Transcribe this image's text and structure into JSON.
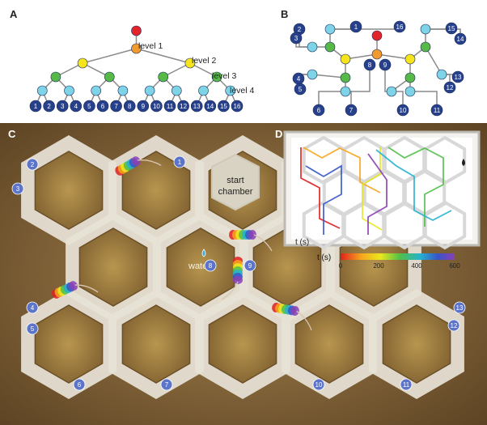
{
  "panelA": {
    "label": "A",
    "levels": [
      "level 1",
      "level 2",
      "level 3",
      "level 4"
    ],
    "leaves": [
      "1",
      "2",
      "3",
      "4",
      "5",
      "6",
      "7",
      "8",
      "9",
      "10",
      "11",
      "12",
      "13",
      "14",
      "15",
      "16"
    ]
  },
  "panelB": {
    "label": "B",
    "nodes": [
      "1",
      "2",
      "3",
      "4",
      "5",
      "6",
      "7",
      "8",
      "9",
      "10",
      "11",
      "12",
      "13",
      "14",
      "15",
      "16"
    ]
  },
  "panelC": {
    "label": "C",
    "start_chamber_line1": "start",
    "start_chamber_line2": "chamber",
    "water_label": "water",
    "end_nodes": [
      "1",
      "2",
      "3",
      "4",
      "5",
      "6",
      "7",
      "8",
      "9",
      "10",
      "11",
      "12",
      "13"
    ]
  },
  "panelD": {
    "label": "D",
    "axis_label": "t (s)",
    "colorbar_label": "t (s)",
    "colorbar_ticks": [
      "0",
      "200",
      "400",
      "600"
    ]
  },
  "colors": {
    "root": "#e3242b",
    "level1": "#f29a2e",
    "level2": "#f6e51c",
    "level3": "#57b947",
    "level4": "#7ed3e6",
    "leaf": "#27408b",
    "arena_floor": "#8c6a3a",
    "corridor": "#e7e2d6"
  }
}
